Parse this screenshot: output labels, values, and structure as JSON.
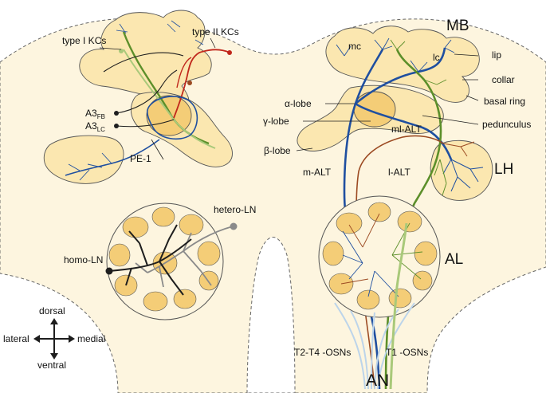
{
  "colors": {
    "brain": "#fdf5df",
    "lobe": "#fbe7b0",
    "lobe_dark": "#f4cd77",
    "outline": "#555555",
    "dashed": "#666666",
    "blue": "#1f4fa0",
    "light_blue": "#bcd4ea",
    "green": "#5c8f2a",
    "light_green": "#a9c97a",
    "red": "#c0261b",
    "brown": "#9c4a22",
    "dark": "#1e1e1e",
    "gray": "#8a8a8a"
  },
  "labels": {
    "type_i_kcs": "type I KCs",
    "type_ii_kcs": "type II KCs",
    "a3fb_main": "A3",
    "a3fb_sub": "FB",
    "a3lc_main": "A3",
    "a3lc_sub": "LC",
    "pe1": "PE-1",
    "hetero_ln": "hetero-LN",
    "homo_ln": "homo-LN",
    "dorsal": "dorsal",
    "ventral": "ventral",
    "lateral": "lateral",
    "medial": "medial",
    "mb": "MB",
    "mc": "mc",
    "lc": "lc",
    "lip": "lip",
    "collar": "collar",
    "basal_ring": "basal ring",
    "pedunculus": "pedunculus",
    "alpha_lobe": "α-lobe",
    "gamma_lobe": "γ-lobe",
    "beta_lobe": "β-lobe",
    "ml_alt": "ml-ALT",
    "m_alt": "m-ALT",
    "l_alt": "l-ALT",
    "lh": "LH",
    "al": "AL",
    "t2t4_osns": "T2-T4 -OSNs",
    "t1_osns": "T1 -OSNs",
    "an": "AN"
  }
}
